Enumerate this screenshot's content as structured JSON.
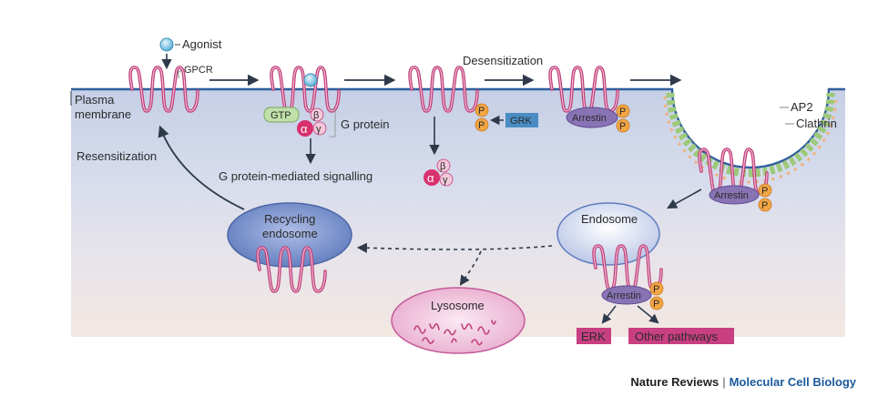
{
  "labels": {
    "agonist": "Agonist",
    "gpcr": "GPCR",
    "plasma_membrane_1": "Plasma",
    "plasma_membrane_2": "membrane",
    "desensitization": "Desensitization",
    "resensitization": "Resensitization",
    "gtp": "GTP",
    "alpha": "α",
    "beta": "β",
    "gamma": "γ",
    "g_protein": "G protein",
    "g_protein_signalling": "G protein-mediated signalling",
    "p": "P",
    "grk": "GRK",
    "arrestin": "Arrestin",
    "ap2": "AP2",
    "clathrin": "Clathrin",
    "recycling_endosome_1": "Recycling",
    "recycling_endosome_2": "endosome",
    "endosome": "Endosome",
    "lysosome": "Lysosome",
    "erk": "ERK",
    "other_pathways": "Other pathways"
  },
  "credit": {
    "publisher": "Nature Reviews",
    "separator": "|",
    "journal": "Molecular Cell Biology"
  },
  "colors": {
    "receptor": "#c0407a",
    "agonist": "#7fc7e6",
    "arrestin": "#8873b5",
    "phosphate": "#f3a645",
    "grk": "#4a8dc4",
    "gtp": "#bfe0a8",
    "alpha": "#d9306e",
    "endosome": "#7e97cf",
    "lysosome": "#eab8d6",
    "erk": "#c83f82",
    "membrane": "#2f5f9e",
    "clathrin": "#9cc97a"
  }
}
